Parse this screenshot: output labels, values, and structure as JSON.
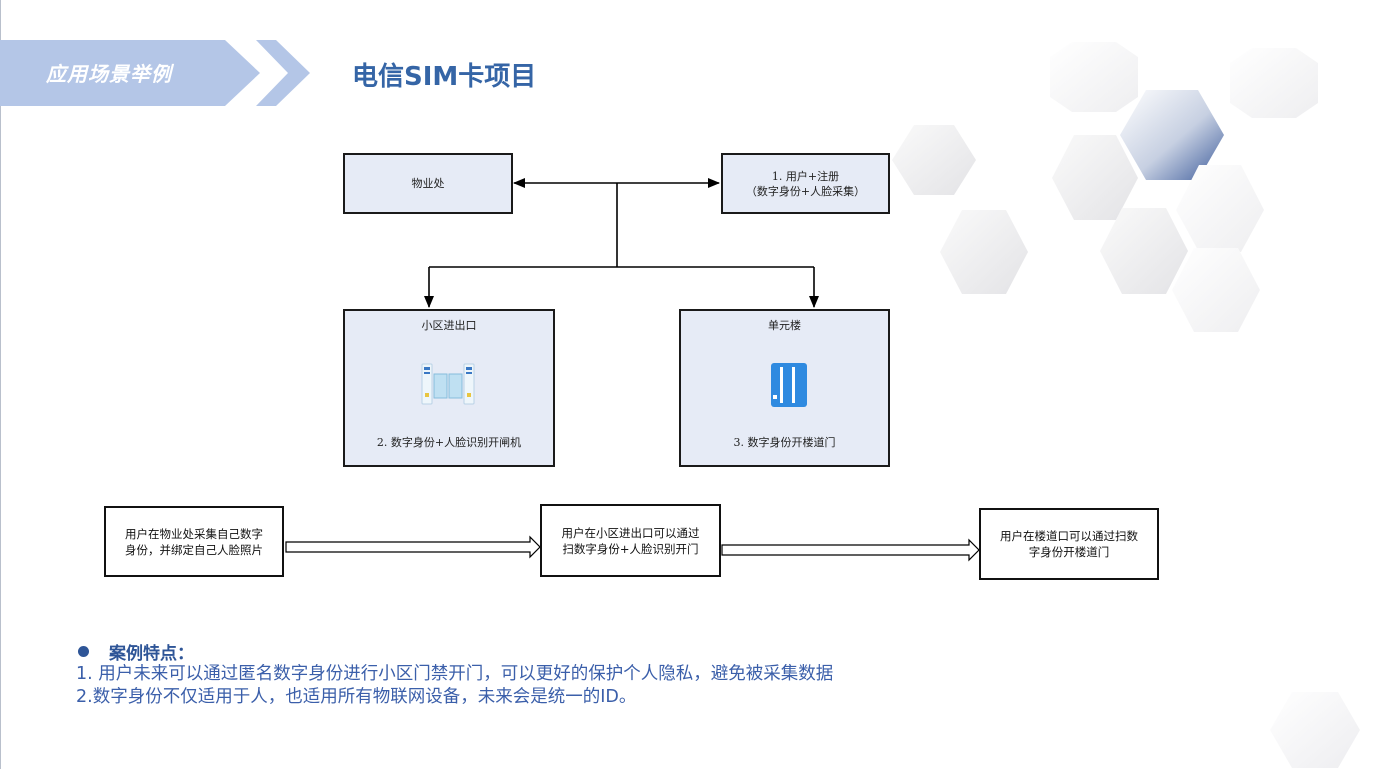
{
  "header": {
    "section_label": "应用场景举例",
    "title": "电信SIM卡项目"
  },
  "diagram": {
    "boxes": {
      "property": {
        "label": "物业处"
      },
      "register": {
        "line1": "1. 用户+注册",
        "line2": "（数字身份+人脸采集）"
      },
      "gate": {
        "title": "小区进出口",
        "caption": "2. 数字身份+人脸识别开闸机"
      },
      "unit": {
        "title": "单元楼",
        "caption": "3. 数字身份开楼道门"
      }
    },
    "flow": [
      {
        "line1": "用户在物业处采集自己数字",
        "line2": "身份，并绑定自己人脸照片"
      },
      {
        "line1": "用户在小区进出口可以通过",
        "line2": "扫数字身份+人脸识别开门"
      },
      {
        "line1": "用户在楼道口可以通过扫数",
        "line2": "字身份开楼道门"
      }
    ]
  },
  "features": {
    "heading": "案例特点：",
    "items": [
      "1. 用户未来可以通过匿名数字身份进行小区门禁开门，可以更好的保护个人隐私，避免被采集数据",
      "2.数字身份不仅适用于人，也适用所有物联网设备，未来会是统一的ID。"
    ]
  },
  "colors": {
    "accent": "#3565a6",
    "banner": "#b4c6e7",
    "box_fill": "#e6ebf6",
    "feature_text": "#3b5faa"
  },
  "icons": {
    "gate": "turnstile-gate-icon",
    "unit": "building-door-icon"
  }
}
